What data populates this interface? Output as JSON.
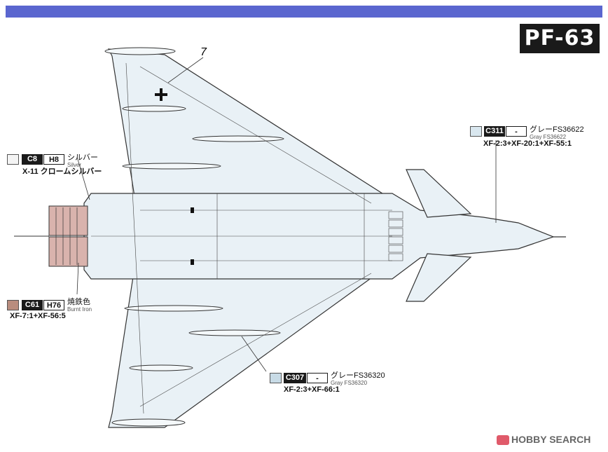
{
  "header": {
    "code": "PF-63"
  },
  "marking": {
    "number": "7"
  },
  "callouts": {
    "silver": {
      "code": "C8",
      "code2": "H8",
      "name_jp": "シルバー",
      "name_en": "Silver",
      "mix": "X-11 クロームシルバー",
      "swatch_color": "#f4f4f4"
    },
    "burnt_iron": {
      "code": "C61",
      "code2": "H76",
      "name_jp": "焼鉄色",
      "name_en": "Burnt Iron",
      "mix": "XF-7:1+XF-56:5",
      "swatch_color": "#b98d7e"
    },
    "gray_36622": {
      "code": "C311",
      "code2": "-",
      "name_jp": "グレーFS36622",
      "name_en": "Gray FS36622",
      "mix": "XF-2:3+XF-20:1+XF-55:1",
      "swatch_color": "#d9e7ef"
    },
    "gray_36320": {
      "code": "C307",
      "code2": "-",
      "name_jp": "グレーFS36320",
      "name_en": "Gray FS36320",
      "mix": "XF-2:3+XF-66:1",
      "swatch_color": "#c8dbe6"
    }
  },
  "colors": {
    "body_fill": "#e9f1f6",
    "nozzle_fill": "#d9b3ad",
    "line": "#333333",
    "bar": "#5a66cf"
  },
  "watermark": {
    "text": "HOBBY SEARCH"
  }
}
